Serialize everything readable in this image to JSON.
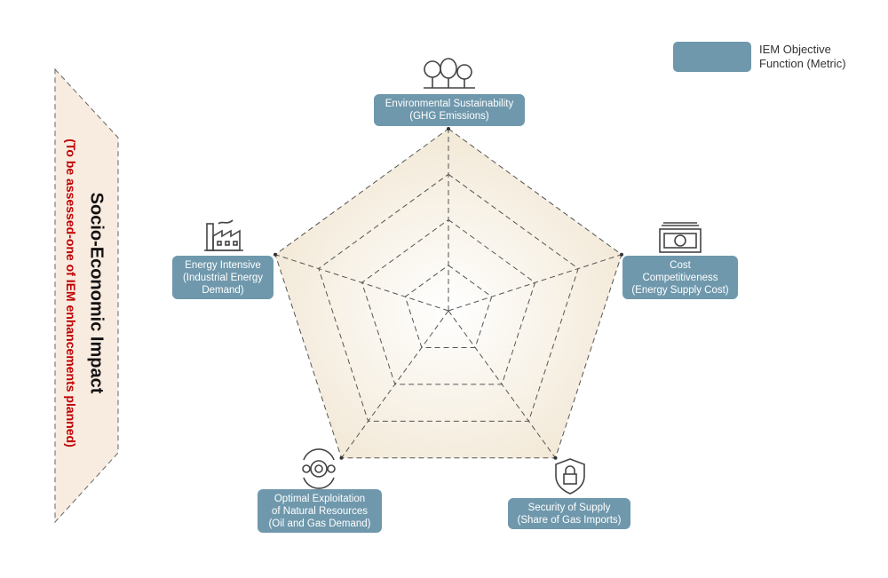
{
  "legend": {
    "label_line1": "IEM Objective",
    "label_line2": "Function (Metric)",
    "color": "#6f98ac"
  },
  "side_banner": {
    "title": "Socio-Economic Impact",
    "subtitle": "(To be assessed-one of IEM enhancements planned)",
    "fill": "#f8ebe0",
    "subtitle_color": "#c00000"
  },
  "radar": {
    "rings": 4,
    "fill": "#f5ecdc",
    "stroke": "#555555"
  },
  "axes": [
    {
      "id": "environmental",
      "icon": "trees-icon",
      "lines": [
        "Environmental Sustainability",
        "(GHG Emissions)"
      ]
    },
    {
      "id": "cost",
      "icon": "banknote-icon",
      "lines": [
        "Cost",
        "Competitiveness",
        "(Energy Supply Cost)"
      ]
    },
    {
      "id": "security",
      "icon": "shield-lock-icon",
      "lines": [
        "Security of Supply",
        "(Share of Gas Imports)"
      ]
    },
    {
      "id": "resources",
      "icon": "gears-icon",
      "lines": [
        "Optimal Exploitation",
        "of Natural Resources",
        "(Oil and Gas Demand)"
      ]
    },
    {
      "id": "energy-intensive",
      "icon": "factory-icon",
      "lines": [
        "Energy Intensive",
        "(Industrial Energy",
        "Demand)"
      ]
    }
  ]
}
